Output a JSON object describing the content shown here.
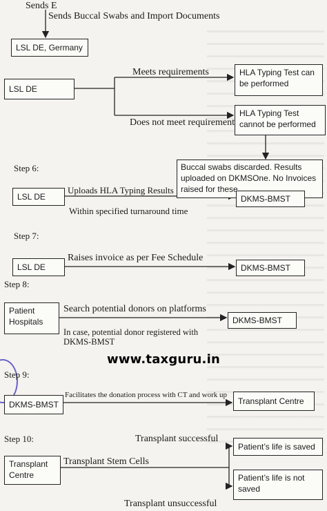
{
  "header": {
    "sends_e": "Sends E",
    "top_label": "Sends Buccal Swabs and Import Documents"
  },
  "nodes": {
    "lsl_germany": "LSL DE, Germany",
    "lsl_de_1": "LSL DE",
    "hla_can": "HLA Typing Test can be performed",
    "hla_cannot": "HLA Typing Test cannot be performed",
    "buccal_discarded": "Buccal swabs discarded. Results uploaded on DKMSOne. No Invoices raised for these",
    "lsl_de_step6": "LSL DE",
    "dkms_step6": "DKMS-BMST",
    "lsl_de_step7": "LSL DE",
    "dkms_step7": "DKMS-BMST",
    "patient_hospitals": "Patient Hospitals",
    "dkms_step8": "DKMS-BMST",
    "dkms_step9": "DKMS-BMST",
    "transplant_centre_step9": "Transplant Centre",
    "transplant_centre_step10": "Transplant Centre",
    "life_saved": "Patient’s life is saved",
    "life_not_saved": "Patient’s life is not saved"
  },
  "edges": {
    "meets": "Meets requirements",
    "not_meet": "Does not meet requirement",
    "uploads": "Uploads HLA Typing Results",
    "within": "Within specified turnaround time",
    "raises": "Raises invoice as per Fee Schedule",
    "search": "Search potential donors on platforms",
    "in_case": "In case, potential donor registered with DKMS-BMST",
    "facilitates": "Facilitates the donation process with CT and work up",
    "stem_cells": "Transplant Stem Cells",
    "success": "Transplant successful",
    "unsuccess": "Transplant unsuccessful"
  },
  "steps": {
    "s6": "Step 6:",
    "s7": "Step 7:",
    "s8": "Step 8:",
    "s9": "Step 9:",
    "s10": "Step 10:"
  },
  "watermark": "www.taxguru.in"
}
